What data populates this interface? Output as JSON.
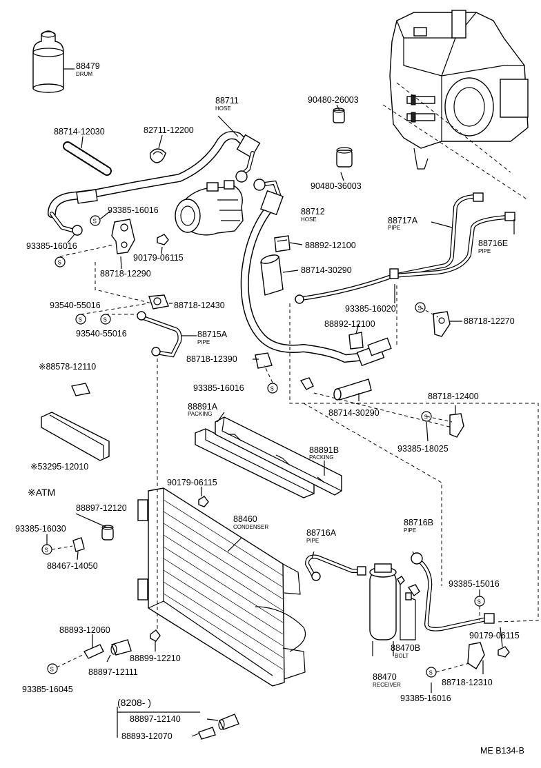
{
  "parts": [
    {
      "id": "drum",
      "number": "88479",
      "name": "DRUM"
    },
    {
      "id": "hose-88711",
      "number": "88711",
      "name": "HOSE"
    },
    {
      "id": "hose-88712",
      "number": "88712",
      "name": "HOSE"
    },
    {
      "id": "hose-protector-88714-12030",
      "number": "88714-12030"
    },
    {
      "id": "clamp-82711-12200",
      "number": "82711-12200"
    },
    {
      "id": "grommet-90480-26003",
      "number": "90480-26003"
    },
    {
      "id": "grommet-90480-36003",
      "number": "90480-36003"
    },
    {
      "id": "bolt-93385-16016-a",
      "number": "93385-16016"
    },
    {
      "id": "bolt-93385-16016-b",
      "number": "93385-16016"
    },
    {
      "id": "bracket-88718-12290",
      "number": "88718-12290"
    },
    {
      "id": "nut-90179-06115-a",
      "number": "90179-06115"
    },
    {
      "id": "oring-88892-12100-a",
      "number": "88892-12100"
    },
    {
      "id": "sleeve-88714-30290-a",
      "number": "88714-30290"
    },
    {
      "id": "pipe-88717A",
      "number": "88717A",
      "name": "PIPE"
    },
    {
      "id": "pipe-88716E",
      "number": "88716E",
      "name": "PIPE"
    },
    {
      "id": "clamp-88718-12430",
      "number": "88718-12430"
    },
    {
      "id": "screw-93540-55016-a",
      "number": "93540-55016"
    },
    {
      "id": "screw-93540-55016-b",
      "number": "93540-55016"
    },
    {
      "id": "pipe-88715A",
      "number": "88715A",
      "name": "PIPE"
    },
    {
      "id": "bolt-93385-16020",
      "number": "93385-16020"
    },
    {
      "id": "bracket-88718-12270",
      "number": "88718-12270"
    },
    {
      "id": "oring-88892-12100-b",
      "number": "88892-12100"
    },
    {
      "id": "clamp-88718-12390",
      "number": "88718-12390"
    },
    {
      "id": "bolt-93385-16016-c",
      "number": "93385-16016"
    },
    {
      "id": "sleeve-88714-30290-b",
      "number": "88714-30290"
    },
    {
      "id": "clamp-88718-12400",
      "number": "88718-12400"
    },
    {
      "id": "bolt-93385-18025",
      "number": "93385-18025"
    },
    {
      "id": "part-88578-12110",
      "number": "※88578-12110"
    },
    {
      "id": "part-53295-12010",
      "number": "※53295-12010"
    },
    {
      "id": "packing-88891A",
      "number": "88891A",
      "name": "PACKING"
    },
    {
      "id": "packing-88891B",
      "number": "88891B",
      "name": "PACKING"
    },
    {
      "id": "nut-90179-06115-b",
      "number": "90179-06115"
    },
    {
      "id": "condenser-88460",
      "number": "88460",
      "name": "CONDENSER"
    },
    {
      "id": "cushion-88897-12120",
      "number": "88897-12120"
    },
    {
      "id": "bolt-93385-16030",
      "number": "93385-16030"
    },
    {
      "id": "part-88467-14050",
      "number": "88467-14050"
    },
    {
      "id": "pipe-88716A",
      "number": "88716A",
      "name": "PIPE"
    },
    {
      "id": "pipe-88716B",
      "number": "88716B",
      "name": "PIPE"
    },
    {
      "id": "bolt-93385-15016",
      "number": "93385-15016"
    },
    {
      "id": "nut-90179-06115-c",
      "number": "90179-06115"
    },
    {
      "id": "bolt-88470B",
      "number": "88470B",
      "name": "BOLT"
    },
    {
      "id": "receiver-88470",
      "number": "88470",
      "name": "RECEIVER"
    },
    {
      "id": "clamp-88718-12310",
      "number": "88718-12310"
    },
    {
      "id": "bolt-93385-16016-d",
      "number": "93385-16016"
    },
    {
      "id": "cushion-88893-12060",
      "number": "88893-12060"
    },
    {
      "id": "cushion-88899-12210",
      "number": "88899-12210"
    },
    {
      "id": "cushion-88897-12111",
      "number": "88897-12111"
    },
    {
      "id": "bolt-93385-16045",
      "number": "93385-16045"
    },
    {
      "id": "cushion-88897-12140",
      "number": "88897-12140"
    },
    {
      "id": "cushion-88893-12070",
      "number": "88893-12070"
    }
  ],
  "notes": {
    "atm": "※ATM",
    "date_range": "(8208-        )",
    "s_mark": "S"
  },
  "figure_code": "ME B134-B"
}
